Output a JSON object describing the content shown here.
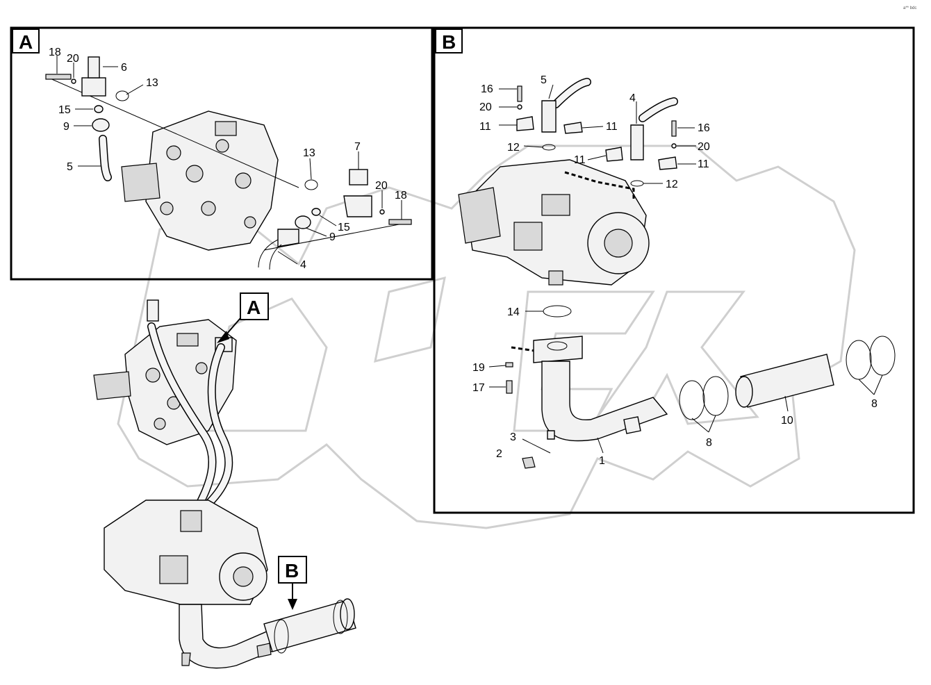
{
  "corner_code": "a** bdc",
  "watermark_text": "OPEX",
  "panel_a": {
    "tag": "A",
    "callouts": [
      "18",
      "20",
      "6",
      "13",
      "15",
      "9",
      "5",
      "13",
      "7",
      "20",
      "18",
      "15",
      "9",
      "4"
    ]
  },
  "panel_b": {
    "tag": "B",
    "callouts": [
      "5",
      "16",
      "20",
      "11",
      "11",
      "12",
      "4",
      "16",
      "20",
      "11",
      "11",
      "12",
      "14",
      "19",
      "17",
      "3",
      "2",
      "1",
      "8",
      "10",
      "8"
    ]
  },
  "overview": {
    "pointer_a": "A",
    "pointer_b": "B"
  }
}
